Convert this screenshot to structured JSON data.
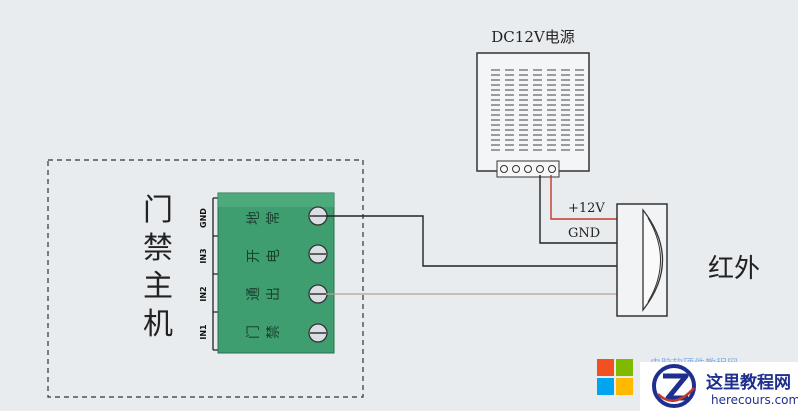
{
  "power_supply": {
    "label": "DC12V电源"
  },
  "controller": {
    "label": [
      "门",
      "禁",
      "主",
      "机"
    ],
    "pins": [
      "GND",
      "IN3",
      "IN2",
      "IN1"
    ],
    "terminal_text": [
      [
        "地",
        "常"
      ],
      [
        "开",
        "电"
      ],
      [
        "通",
        "出"
      ],
      [
        "门",
        "禁"
      ]
    ]
  },
  "wiring": {
    "plus12v": "+12V",
    "gnd": "GND"
  },
  "sensor": {
    "label": "红外"
  },
  "watermark": {
    "site_name": "这里教程网",
    "url": "herecours.com",
    "faint_text": "电脑软硬件教程网"
  },
  "colors": {
    "terminal_green": "#3f9e70",
    "red_wire": "#c0392b",
    "watermark_blue": "#1f2f8f"
  }
}
